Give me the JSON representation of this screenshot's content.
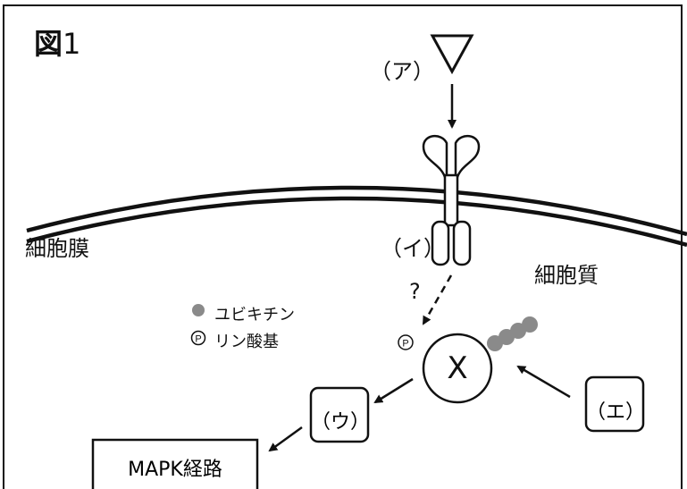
{
  "figure": {
    "title": "図",
    "number": "1"
  },
  "labels": {
    "ligand": "（ア）",
    "receptor": "（イ）",
    "downstream": "（ウ）",
    "regulator": "（エ）",
    "membrane": "細胞膜",
    "cytoplasm": "細胞質",
    "question_mark": "?",
    "protein_x": "X",
    "mapk": "MAPK経路"
  },
  "legend": {
    "ubiquitin": "ユビキチン",
    "phosphate": "リン酸基",
    "phosphate_symbol": "P"
  },
  "colors": {
    "line": "#111111",
    "ubiquitin": "#8a8a8a",
    "background": "#ffffff"
  }
}
